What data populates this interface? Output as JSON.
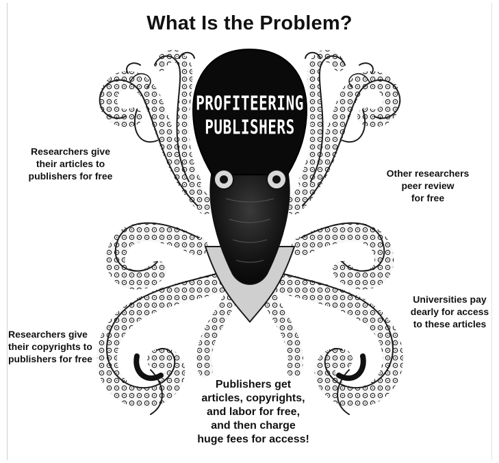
{
  "title": "What Is the Problem?",
  "octopus": {
    "head_line1": "PROFITEERING",
    "head_line2": "PUBLISHERS"
  },
  "labels": {
    "left_top": "Researchers give\ntheir articles to\npublishers for free",
    "right_top": "Other researchers\npeer review\nfor free",
    "right_mid": "Universities pay\ndearly for access\nto these articles",
    "left_bottom": "Researchers give\ntheir copyrights to\npublishers for free",
    "bottom_center": "Publishers get\narticles, copyrights,\nand labor for free,\nand then charge\nhuge fees for access!"
  },
  "colors": {
    "ink": "#111111",
    "head_fill": "#0a0a0a",
    "tentacle_fill": "#f4f4f4",
    "tentacle_stroke": "#1a1a1a"
  }
}
